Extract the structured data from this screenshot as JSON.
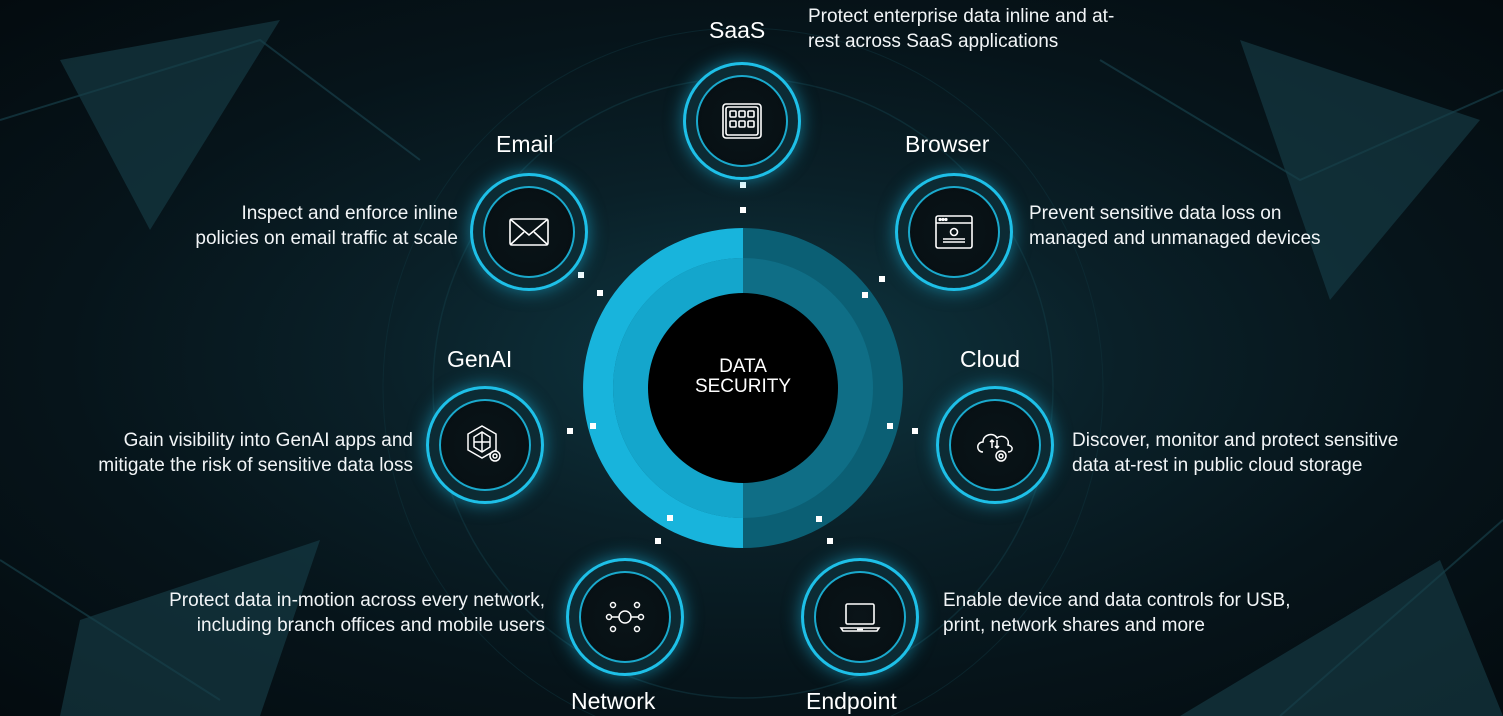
{
  "center": {
    "line1": "DATA",
    "line2": "SECURITY"
  },
  "nodes": {
    "saas": {
      "title": "SaaS",
      "desc1": "Protect enterprise data inline and at-",
      "desc2": "rest across SaaS applications",
      "icon": "saas-apps-icon"
    },
    "email": {
      "title": "Email",
      "desc1": "Inspect and enforce inline",
      "desc2": "policies on email traffic at scale",
      "icon": "envelope-icon"
    },
    "browser": {
      "title": "Browser",
      "desc1": "Prevent sensitive data loss on",
      "desc2": "managed and unmanaged devices",
      "icon": "browser-window-icon"
    },
    "genai": {
      "title": "GenAI",
      "desc1": "Gain visibility into GenAI apps and",
      "desc2": "mitigate the risk of sensitive data loss",
      "icon": "ai-chip-gear-icon"
    },
    "cloud": {
      "title": "Cloud",
      "desc1": "Discover, monitor and protect sensitive",
      "desc2": "data at-rest in public cloud storage",
      "icon": "cloud-sync-gear-icon"
    },
    "network": {
      "title": "Network",
      "desc1": "Protect data in-motion across every network,",
      "desc2": "including branch offices and mobile users",
      "icon": "network-hub-icon"
    },
    "endpoint": {
      "title": "Endpoint",
      "desc1": "Enable device and data controls for USB,",
      "desc2": "print, network shares and more",
      "icon": "laptop-icon"
    }
  },
  "colors": {
    "accent": "#1ec0e8",
    "ring_light": "#18b4dc",
    "ring_dark": "#0b5f74",
    "background": "#06141a"
  }
}
